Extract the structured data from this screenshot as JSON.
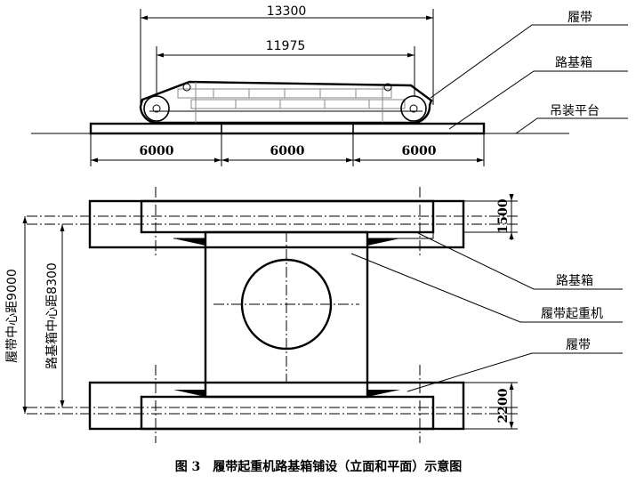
{
  "elevation": {
    "dim_total": "13300",
    "dim_track": "11975",
    "dim_segment_1": "6000",
    "dim_segment_2": "6000",
    "dim_segment_3": "6000"
  },
  "labels": {
    "track": "履带",
    "roadbed_box": "路基箱",
    "lifting_platform": "吊装平台",
    "roadbed_box_plan": "路基箱",
    "crawler_crane": "履带起重机",
    "track_plan": "履带"
  },
  "plan": {
    "dim_box_width": "1500",
    "dim_track_width": "2200",
    "track_center_distance": "履带中心距9000",
    "box_center_distance": "路基箱中心距8300"
  },
  "caption": "图 3　履带起重机路基箱铺设（立面和平面）示意图",
  "colors": {
    "line": "#000000",
    "background": "#ffffff"
  }
}
